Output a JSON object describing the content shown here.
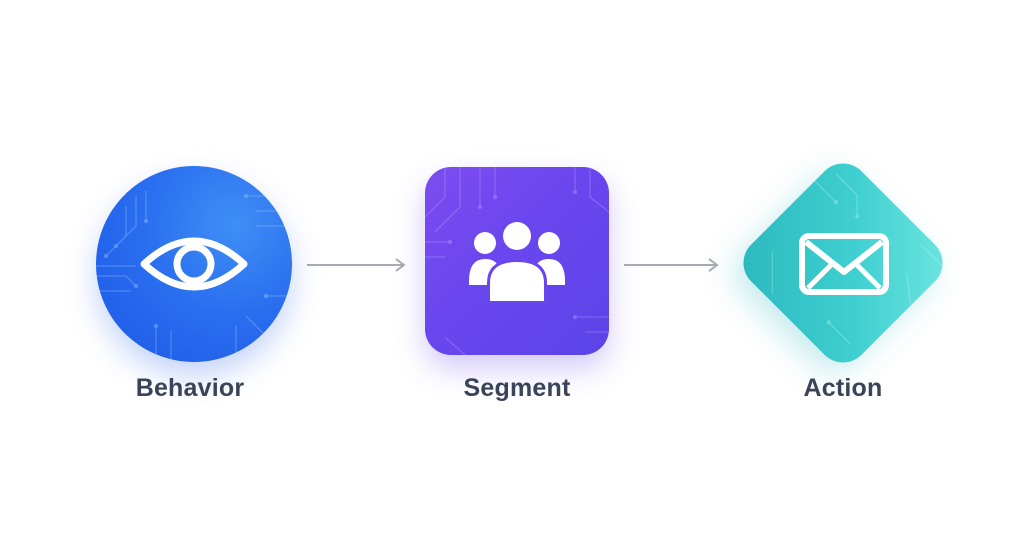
{
  "diagram": {
    "type": "flow",
    "nodes": [
      {
        "id": "behavior",
        "label": "Behavior",
        "shape": "circle",
        "icon": "eye-icon",
        "color": "#2a6ff0"
      },
      {
        "id": "segment",
        "label": "Segment",
        "shape": "rounded-square",
        "icon": "users-group-icon",
        "color": "#6a46ee"
      },
      {
        "id": "action",
        "label": "Action",
        "shape": "diamond",
        "icon": "envelope-icon",
        "color": "#3fcfd0"
      }
    ],
    "edges": [
      {
        "from": "behavior",
        "to": "segment",
        "style": "arrow",
        "color": "#a6abb3"
      },
      {
        "from": "segment",
        "to": "action",
        "style": "arrow",
        "color": "#a6abb3"
      }
    ],
    "label_color": "#3a4357"
  }
}
